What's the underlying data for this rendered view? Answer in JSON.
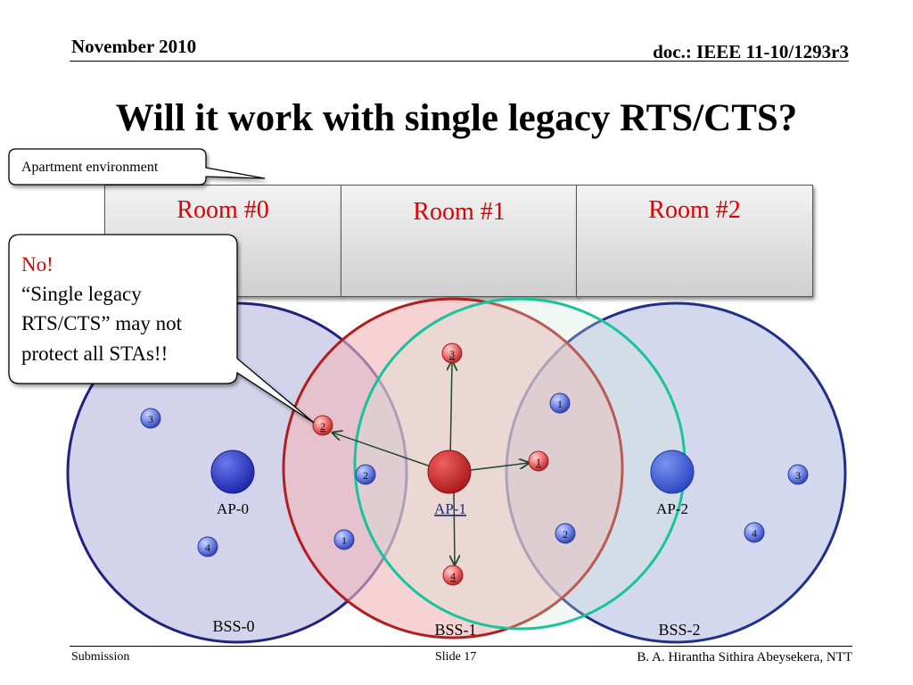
{
  "header": {
    "date": "November 2010",
    "doc_id": "doc.: IEEE 11-10/1293r3"
  },
  "title": "Will it work with single legacy RTS/CTS?",
  "callouts": {
    "apartment": "Apartment environment",
    "no_line1": "No!",
    "no_line2": "“Single legacy",
    "no_line3": "RTS/CTS” may not",
    "no_line4": "protect all STAs!!"
  },
  "rooms": [
    "Room #0",
    "Room #1",
    "Room #2"
  ],
  "aps": [
    {
      "label": "AP-0",
      "color": "#2b3bcf"
    },
    {
      "label": "AP-1",
      "color": "#d42a2a"
    },
    {
      "label": "AP-2",
      "color": "#3e5fd6"
    }
  ],
  "bss": [
    "BSS-0",
    "BSS-1",
    "BSS-2"
  ],
  "stations": {
    "bss0": [
      "3",
      "4",
      "1",
      "2"
    ],
    "bss1": [
      "3",
      "2",
      "1",
      "4"
    ],
    "bss2": [
      "1",
      "2",
      "3",
      "4"
    ]
  },
  "colors": {
    "bss0_fill": "#d3d4ec",
    "bss0_stroke": "#1f237f",
    "bss1_fill": "#f1bcc0",
    "bss1_stroke": "#b01e1e",
    "bss2_stroke": "#1f2f8a",
    "legacy_ring": "#17c49a",
    "room_text": "#e00000"
  },
  "footer": {
    "left": "Submission",
    "center": "Slide 17",
    "right": "B. A. Hirantha Sithira Abeysekera, NTT"
  }
}
